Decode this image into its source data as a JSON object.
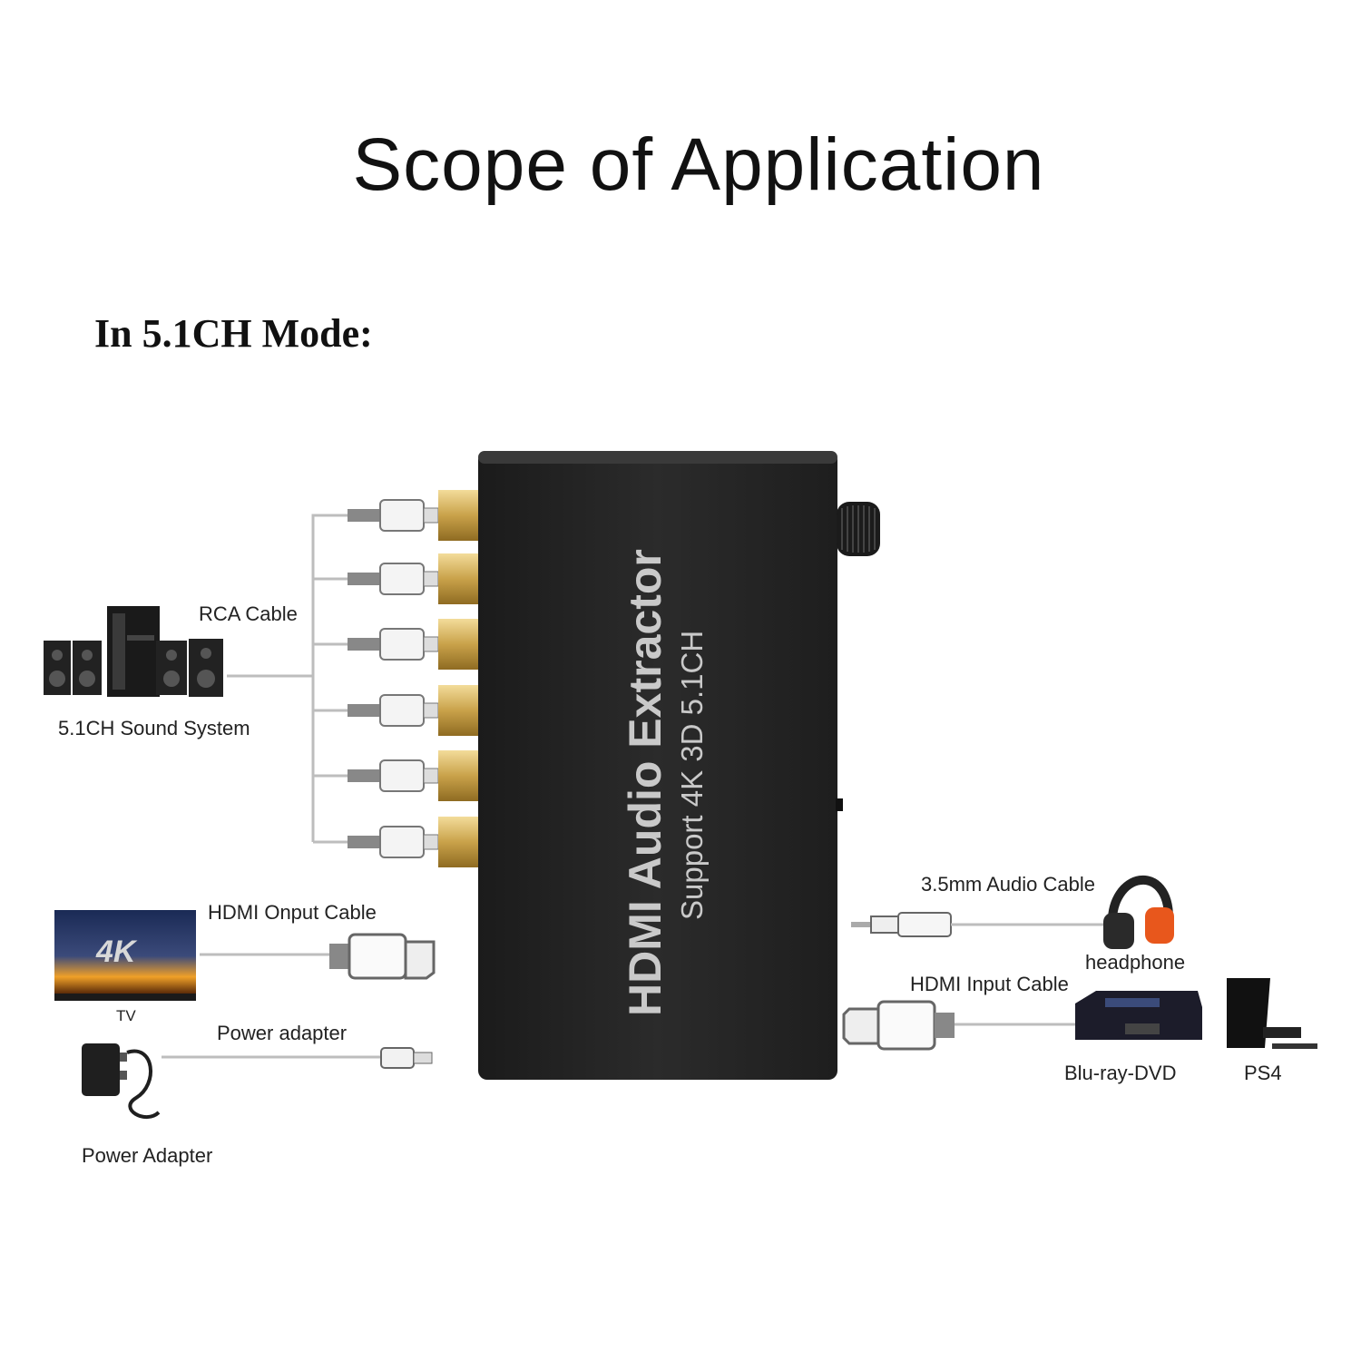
{
  "title": "Scope of Application",
  "mode_heading": "In 5.1CH Mode:",
  "device": {
    "name": "HDMI Audio Extractor",
    "subtitle": "Support 4K 3D 5.1CH"
  },
  "labels": {
    "rca_cable": "RCA Cable",
    "sound_system": "5.1CH Sound System",
    "hdmi_output_cable": "HDMI Onput Cable",
    "tv": "TV",
    "tv_screen_text": "4K",
    "power_adapter_cable": "Power adapter",
    "power_adapter": "Power Adapter",
    "audio_cable": "3.5mm Audio Cable",
    "headphone": "headphone",
    "hdmi_input_cable": "HDMI Input Cable",
    "bluray": "Blu-ray-DVD",
    "ps4": "PS4"
  },
  "colors": {
    "device_body": "#262626",
    "device_text": "#c9c9c9",
    "rca_gold": "#c9a24a",
    "cable": "#bdbdbd",
    "tv_glow": "#f0a028",
    "headphone_accent": "#e8571c"
  }
}
